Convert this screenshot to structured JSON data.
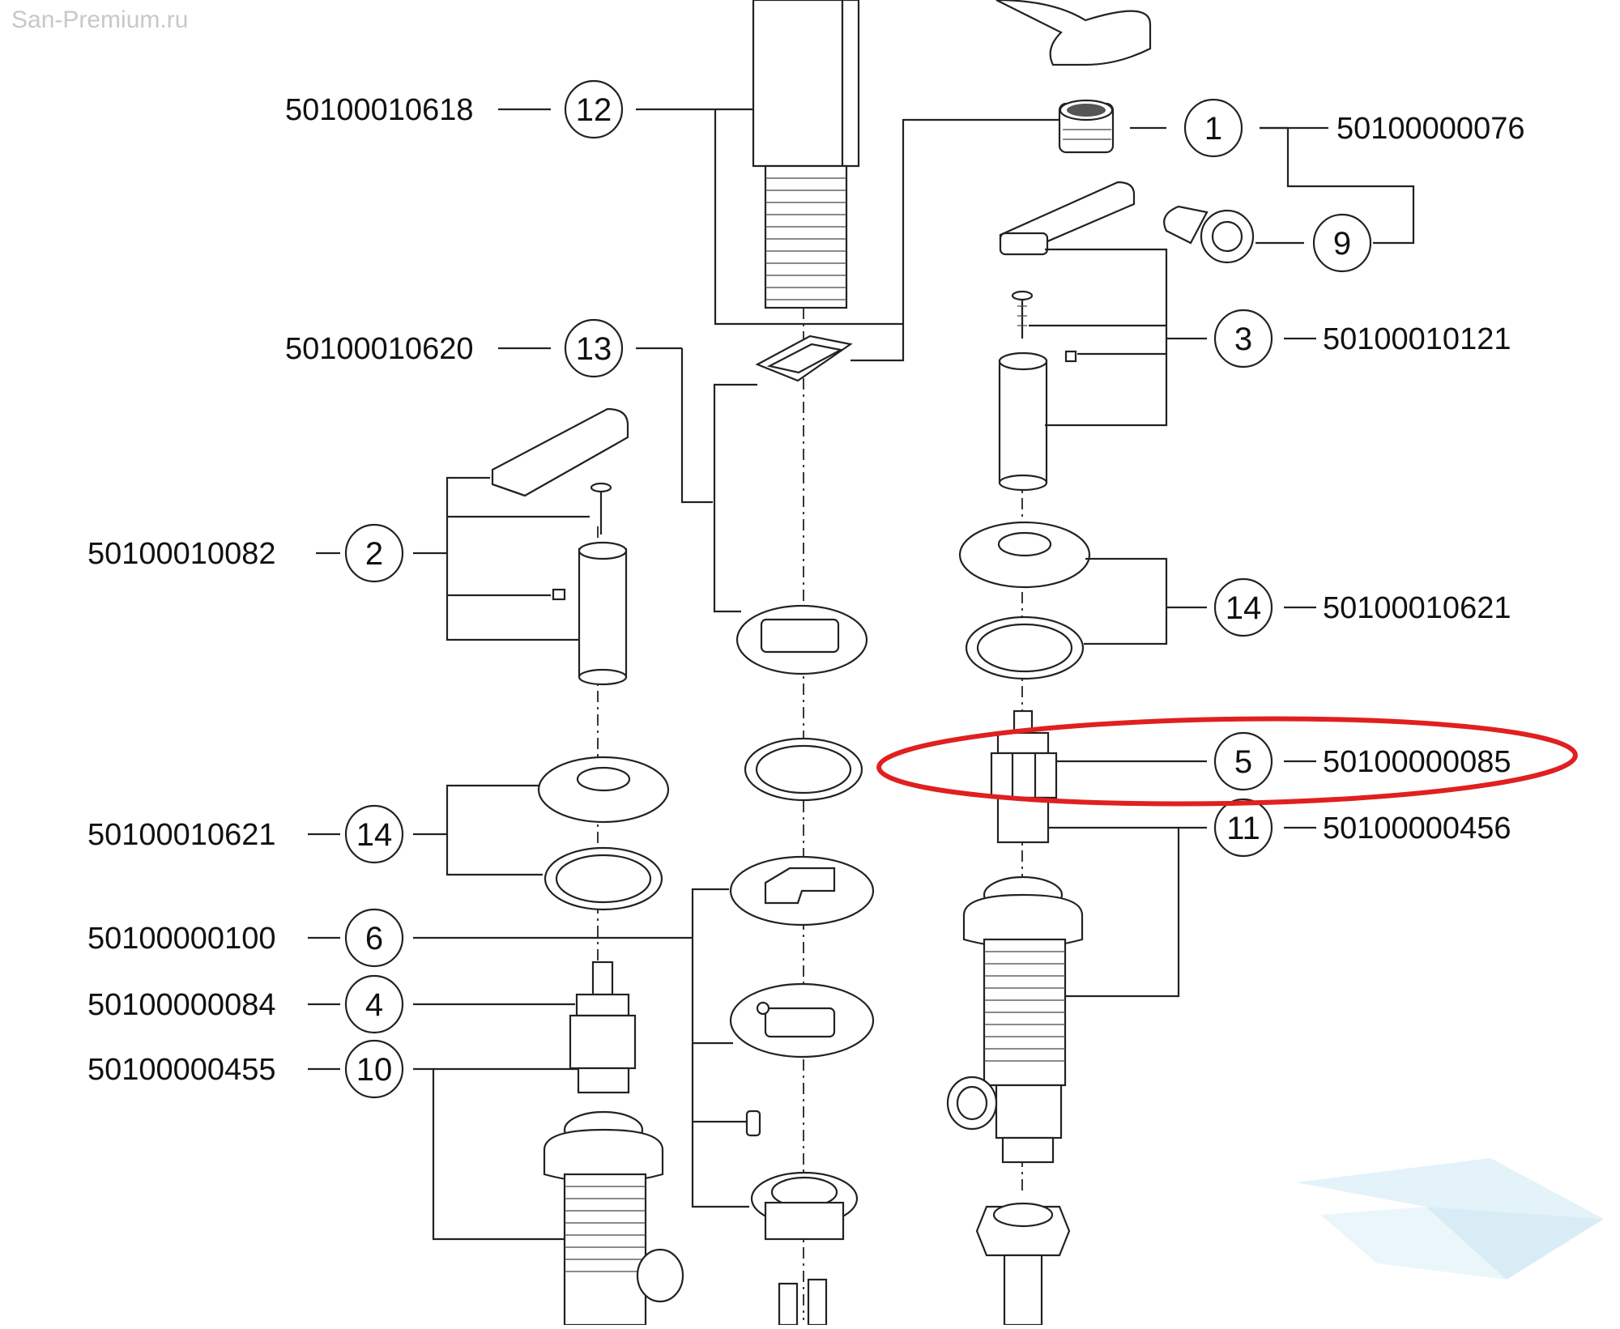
{
  "watermark": {
    "site": "San-Premium.ru"
  },
  "callouts": [
    {
      "num": "1",
      "part": "50100000076"
    },
    {
      "num": "2",
      "part": "50100010082"
    },
    {
      "num": "3",
      "part": "50100010121"
    },
    {
      "num": "4",
      "part": "50100000084"
    },
    {
      "num": "5",
      "part": "50100000085"
    },
    {
      "num": "6",
      "part": "50100000100"
    },
    {
      "num": "9",
      "part": ""
    },
    {
      "num": "10",
      "part": "50100000455"
    },
    {
      "num": "11",
      "part": "50100000456"
    },
    {
      "num": "12",
      "part": "50100010618"
    },
    {
      "num": "13",
      "part": "50100010620"
    },
    {
      "num": "14",
      "part": "50100010621"
    },
    {
      "num": "14",
      "part": "50100010621"
    }
  ],
  "highlight": {
    "color": "#e02020",
    "target_callout": "5"
  },
  "colors": {
    "line": "#222222",
    "logo": "#cfe8f5"
  }
}
